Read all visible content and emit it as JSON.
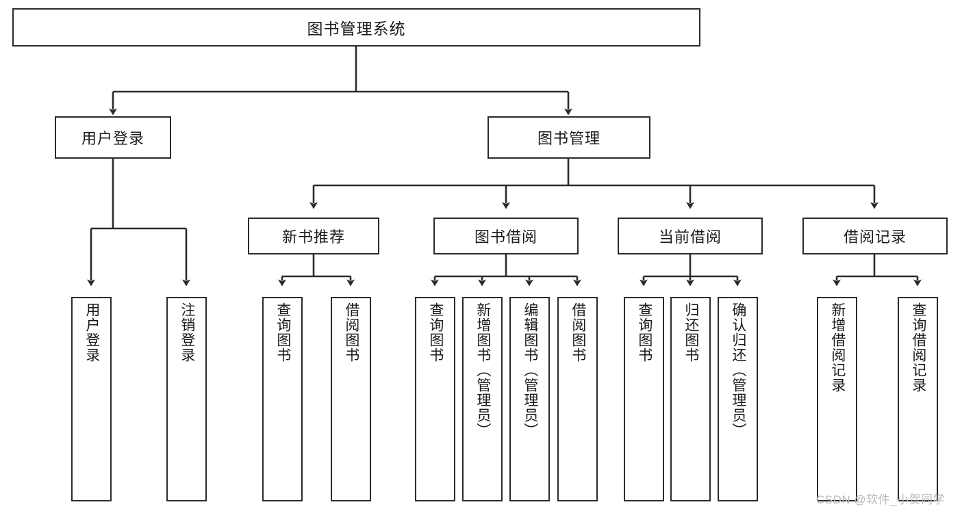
{
  "diagram": {
    "title": "图书管理系统",
    "type": "hierarchy-tree",
    "root": {
      "label": "图书管理系统",
      "orientation": "horizontal"
    },
    "level2": [
      {
        "label": "用户登录",
        "orientation": "horizontal"
      },
      {
        "label": "图书管理",
        "orientation": "horizontal"
      }
    ],
    "level3": [
      {
        "label": "新书推荐",
        "orientation": "horizontal",
        "parent": "图书管理"
      },
      {
        "label": "图书借阅",
        "orientation": "horizontal",
        "parent": "图书管理"
      },
      {
        "label": "当前借阅",
        "orientation": "horizontal",
        "parent": "图书管理"
      },
      {
        "label": "借阅记录",
        "orientation": "horizontal",
        "parent": "图书管理"
      }
    ],
    "leaves": [
      {
        "label": "用户登录",
        "parent": "用户登录",
        "orientation": "vertical"
      },
      {
        "label": "注销登录",
        "parent": "用户登录",
        "orientation": "vertical"
      },
      {
        "label": "查询图书",
        "parent": "新书推荐",
        "orientation": "vertical"
      },
      {
        "label": "借阅图书",
        "parent": "新书推荐",
        "orientation": "vertical"
      },
      {
        "label": "查询图书",
        "parent": "图书借阅",
        "orientation": "vertical"
      },
      {
        "label": "新增图书（管理员）",
        "parent": "图书借阅",
        "orientation": "vertical"
      },
      {
        "label": "编辑图书（管理员）",
        "parent": "图书借阅",
        "orientation": "vertical"
      },
      {
        "label": "借阅图书",
        "parent": "图书借阅",
        "orientation": "vertical"
      },
      {
        "label": "查询图书",
        "parent": "当前借阅",
        "orientation": "vertical"
      },
      {
        "label": "归还图书",
        "parent": "当前借阅",
        "orientation": "vertical"
      },
      {
        "label": "确认归还（管理员）",
        "parent": "当前借阅",
        "orientation": "vertical"
      },
      {
        "label": "新增借阅记录",
        "parent": "借阅记录",
        "orientation": "vertical"
      },
      {
        "label": "查询借阅记录",
        "parent": "借阅记录",
        "orientation": "vertical"
      }
    ]
  },
  "watermark": {
    "text": "CSDN @软件_小贺同学"
  },
  "colors": {
    "border": "#2b2b2b",
    "text": "#1a1a1a",
    "background": "#ffffff",
    "watermark": "#b9b9b9"
  }
}
